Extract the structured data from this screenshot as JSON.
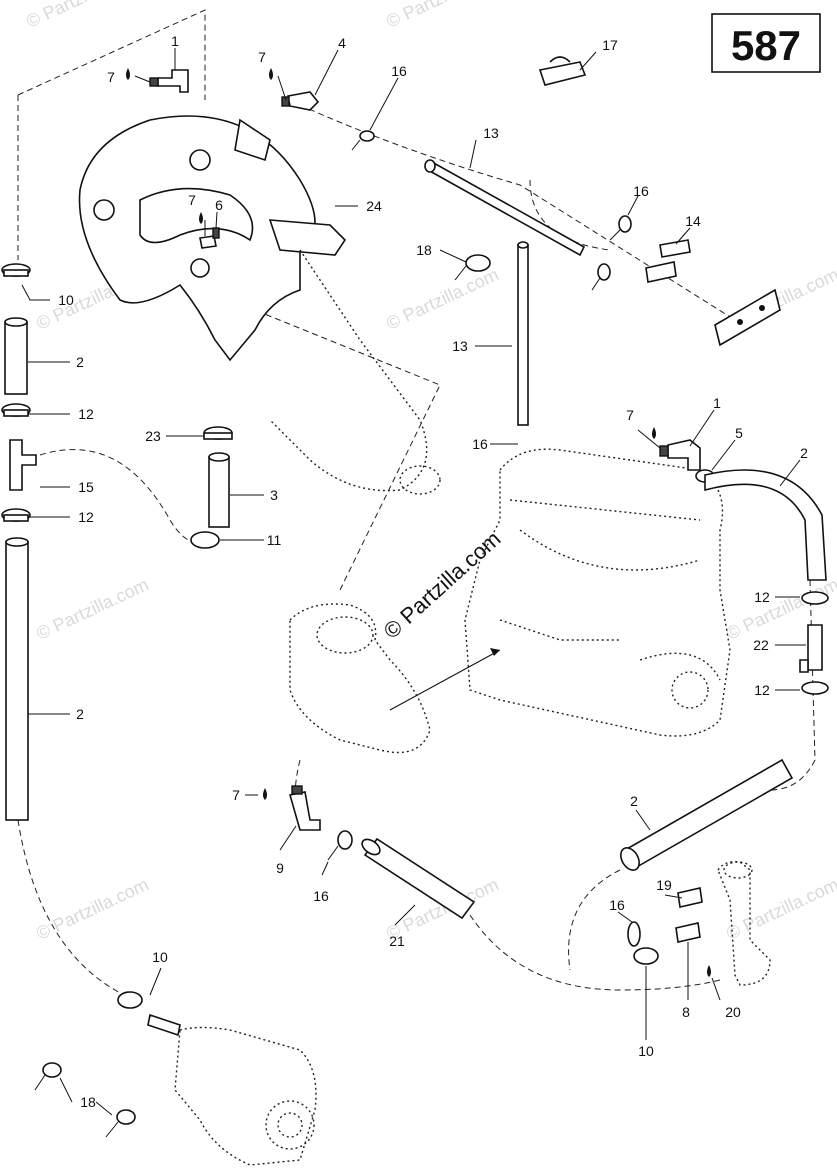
{
  "page_number": "587",
  "watermark_main": "© Partzilla.com",
  "watermark_faint": "© Partzilla.com",
  "callouts": [
    {
      "id": "c1a",
      "text": "1"
    },
    {
      "id": "c7a",
      "text": "7"
    },
    {
      "id": "c7b",
      "text": "7"
    },
    {
      "id": "c4",
      "text": "4"
    },
    {
      "id": "c16a",
      "text": "16"
    },
    {
      "id": "c17",
      "text": "17"
    },
    {
      "id": "c13a",
      "text": "13"
    },
    {
      "id": "c24",
      "text": "24"
    },
    {
      "id": "c7c",
      "text": "7"
    },
    {
      "id": "c6",
      "text": "6"
    },
    {
      "id": "c16b",
      "text": "16"
    },
    {
      "id": "c14",
      "text": "14"
    },
    {
      "id": "c18a",
      "text": "18"
    },
    {
      "id": "c10a",
      "text": "10"
    },
    {
      "id": "c2a",
      "text": "2"
    },
    {
      "id": "c13b",
      "text": "13"
    },
    {
      "id": "c12a",
      "text": "12"
    },
    {
      "id": "c23",
      "text": "23"
    },
    {
      "id": "c16c",
      "text": "16"
    },
    {
      "id": "c7d",
      "text": "7"
    },
    {
      "id": "c1b",
      "text": "1"
    },
    {
      "id": "c5",
      "text": "5"
    },
    {
      "id": "c2b",
      "text": "2"
    },
    {
      "id": "c15",
      "text": "15"
    },
    {
      "id": "c3",
      "text": "3"
    },
    {
      "id": "c12b",
      "text": "12"
    },
    {
      "id": "c11",
      "text": "11"
    },
    {
      "id": "c12c",
      "text": "12"
    },
    {
      "id": "c22",
      "text": "22"
    },
    {
      "id": "c12d",
      "text": "12"
    },
    {
      "id": "c2c",
      "text": "2"
    },
    {
      "id": "c7e",
      "text": "7"
    },
    {
      "id": "c2d",
      "text": "2"
    },
    {
      "id": "c9",
      "text": "9"
    },
    {
      "id": "c16d",
      "text": "16"
    },
    {
      "id": "c19",
      "text": "19"
    },
    {
      "id": "c16e",
      "text": "16"
    },
    {
      "id": "c21",
      "text": "21"
    },
    {
      "id": "c10b",
      "text": "10"
    },
    {
      "id": "c8",
      "text": "8"
    },
    {
      "id": "c20",
      "text": "20"
    },
    {
      "id": "c10c",
      "text": "10"
    },
    {
      "id": "c18b",
      "text": "18"
    }
  ]
}
